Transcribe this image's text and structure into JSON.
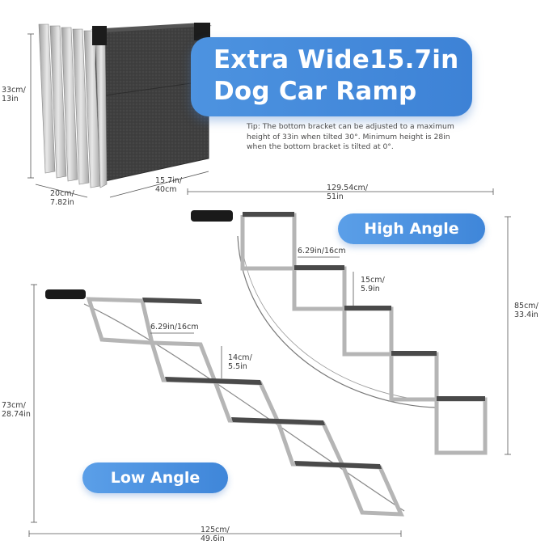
{
  "title": {
    "line1": "Extra Wide15.7in",
    "line2": "Dog Car Ramp"
  },
  "tip": "Tip: The bottom bracket can be adjusted to a maximum height of 33in when tilted 30°. Minimum height is 28in when the bottom bracket is tilted at 0°.",
  "labels": {
    "high_angle": "High Angle",
    "low_angle": "Low Angle"
  },
  "dimensions": {
    "folded_height_cm": "33cm/",
    "folded_height_in": "13in",
    "folded_depth_cm": "20cm/",
    "folded_depth_in": "7.82in",
    "width_in": "15.7in/",
    "width_cm": "40cm",
    "high_length_cm": "129.54cm/",
    "high_length_in": "51in",
    "high_step_spacing": "6.29in/16cm",
    "high_step_height_cm": "15cm/",
    "high_step_height_in": "5.9in",
    "high_total_height_cm": "85cm/",
    "high_total_height_in": "33.4in",
    "low_step_spacing": "6.29in/16cm",
    "low_step_height_cm": "14cm/",
    "low_step_height_in": "5.5in",
    "low_total_height_cm": "73cm/",
    "low_total_height_in": "28.74in",
    "low_length_cm": "125cm/",
    "low_length_in": "49.6in"
  },
  "colors": {
    "brand_blue": "#3d82d6",
    "frame_silver": "#c9c9c9",
    "tread_dark": "#4a4a4a",
    "handle_black": "#1a1a1a"
  }
}
